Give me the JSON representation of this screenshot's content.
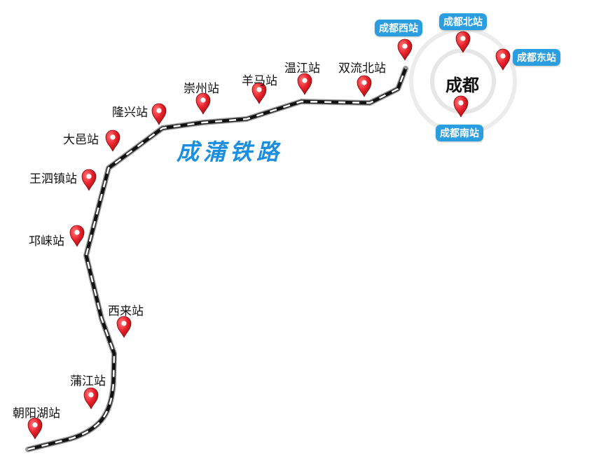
{
  "title": "成蒲铁路",
  "center_city": "成都",
  "stations": [
    {
      "id": "chaoyanghu",
      "name": "朝阳湖站"
    },
    {
      "id": "pujiang",
      "name": "蒲江站"
    },
    {
      "id": "xilai",
      "name": "西来站"
    },
    {
      "id": "qionglai",
      "name": "邛崃站"
    },
    {
      "id": "wangsizhen",
      "name": "王泗镇站"
    },
    {
      "id": "dayi",
      "name": "大邑站"
    },
    {
      "id": "longxing",
      "name": "隆兴站"
    },
    {
      "id": "chongzhou",
      "name": "崇州站"
    },
    {
      "id": "yangma",
      "name": "羊马站"
    },
    {
      "id": "wenjiang",
      "name": "温江站"
    },
    {
      "id": "shuangliubei",
      "name": "双流北站"
    }
  ],
  "hubs": [
    {
      "id": "chengduxi",
      "name": "成都西站"
    },
    {
      "id": "chengdubei",
      "name": "成都北站"
    },
    {
      "id": "chengdudong",
      "name": "成都东站"
    },
    {
      "id": "chengdunan",
      "name": "成都南站"
    }
  ],
  "colors": {
    "accent": "#1a8ee0",
    "hub_badge": "#2a9ee0",
    "pin": "#e8202a",
    "rail": "#111111",
    "ring": "#e9e9e9"
  },
  "icons": {
    "station_marker": "map-pin-icon"
  }
}
